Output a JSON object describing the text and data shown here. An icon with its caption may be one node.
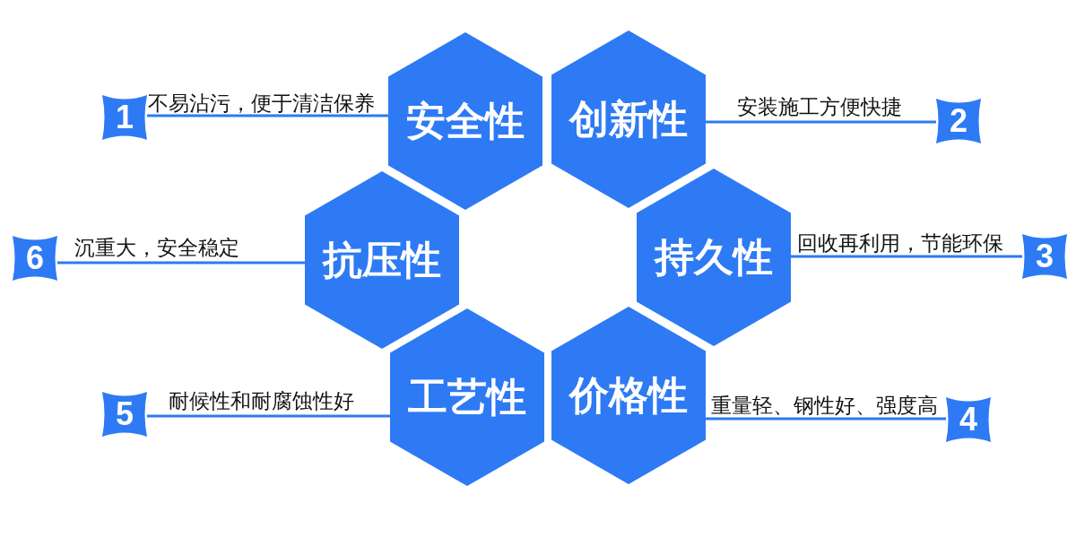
{
  "diagram": {
    "nodes": [
      {
        "text": [
          "1"
        ]
      },
      {
        "text": [
          "安全性"
        ]
      },
      {
        "text": [
          "创新性"
        ]
      },
      {
        "text": [
          "2"
        ]
      },
      {
        "text": [
          "6"
        ]
      },
      {
        "text": [
          "抗压性"
        ]
      },
      {
        "text": [
          "持久性"
        ]
      },
      {
        "text": [
          "3"
        ]
      },
      {
        "text": [
          "5"
        ]
      },
      {
        "text": [
          "工艺性"
        ]
      },
      {
        "text": [
          "价格性"
        ]
      },
      {
        "text": [
          "4"
        ]
      }
    ],
    "edges": [
      {
        "from": 0,
        "to": 1,
        "arrow": "none",
        "label": "不易沾污，便于清洁保养"
      },
      {
        "from": 3,
        "to": 2,
        "arrow": "none",
        "label": "安装施工方便快捷"
      },
      {
        "from": 4,
        "to": 5,
        "arrow": "none",
        "label": "沉重大，安全稳定"
      },
      {
        "from": 7,
        "to": 6,
        "arrow": "none",
        "label": "回收再利用，节能环保"
      },
      {
        "from": 8,
        "to": 9,
        "arrow": "none",
        "label": "耐候性和耐腐蚀性好"
      },
      {
        "from": 11,
        "to": 10,
        "arrow": "none",
        "label": "重量轻、钢性好、强度高"
      }
    ]
  }
}
